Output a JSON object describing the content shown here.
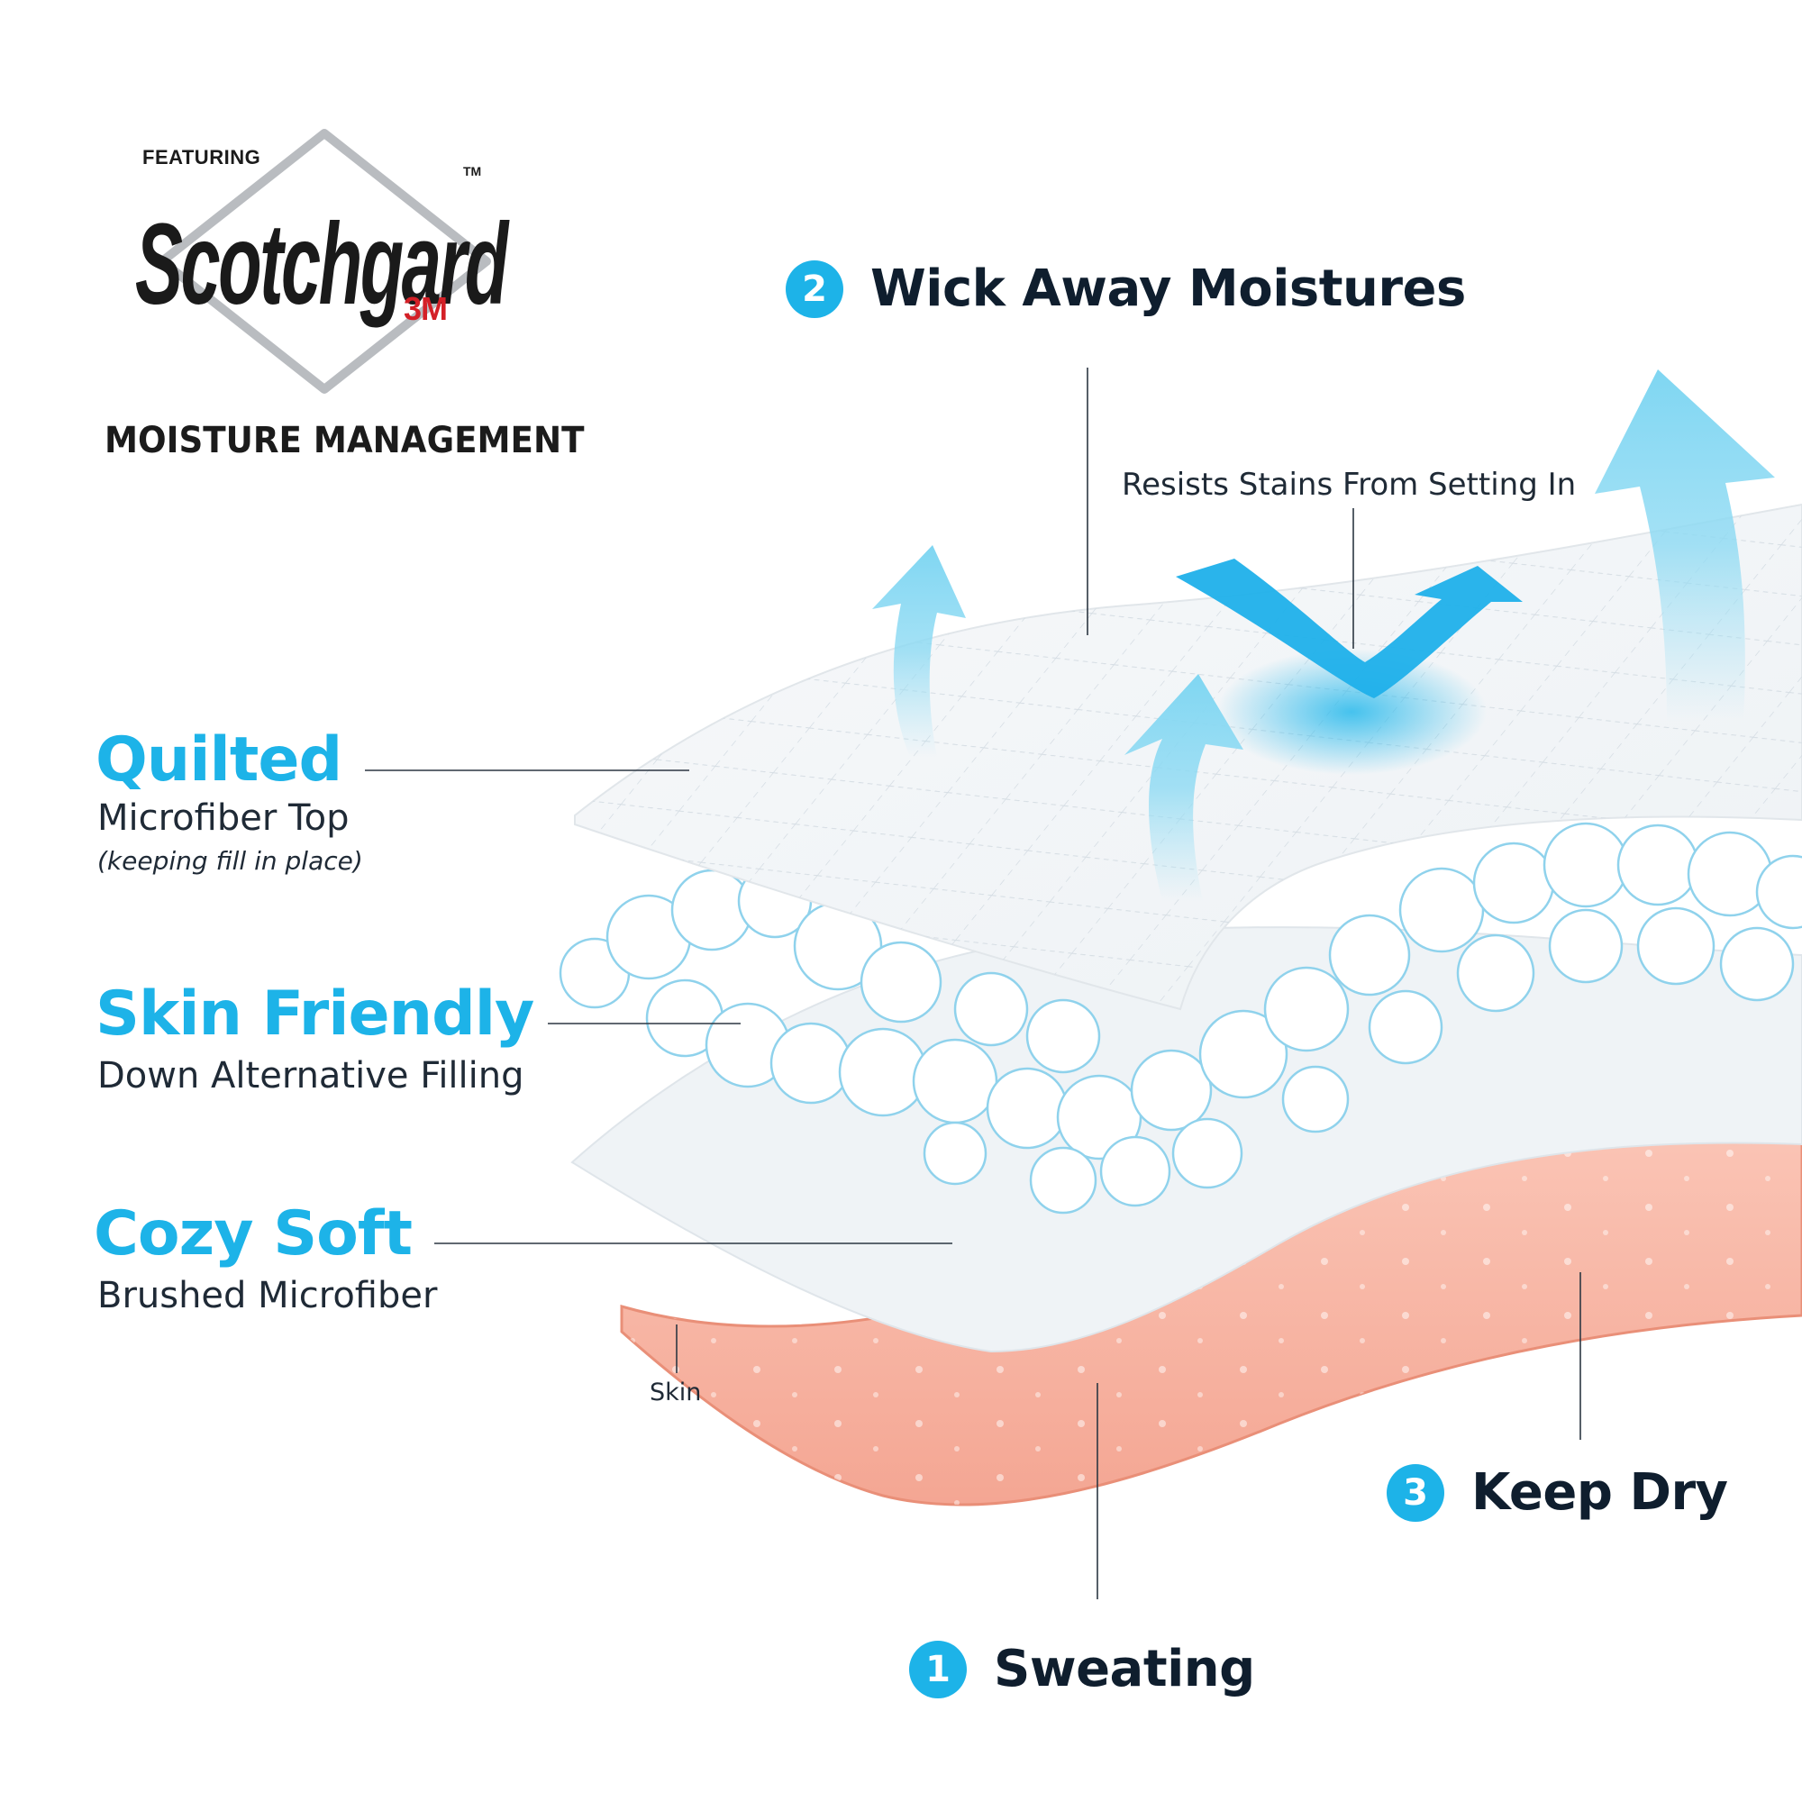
{
  "logo": {
    "featuring": "FEATURING",
    "brand": "Scotchgard",
    "tm": "TM",
    "maker": "3M",
    "tagline": "MOISTURE MANAGEMENT"
  },
  "layers": [
    {
      "title": "Quilted",
      "subtitle": "Microfiber Top",
      "note": "(keeping fill in place)"
    },
    {
      "title": "Skin Friendly",
      "subtitle": "Down Alternative Filling"
    },
    {
      "title": "Cozy Soft",
      "subtitle": "Brushed Microfiber"
    }
  ],
  "steps": [
    {
      "number": "1",
      "label": "Sweating"
    },
    {
      "number": "2",
      "label": "Wick Away Moistures"
    },
    {
      "number": "3",
      "label": "Keep Dry"
    }
  ],
  "callouts": {
    "stains": "Resists Stains From Setting In",
    "skin": "Skin"
  },
  "colors": {
    "accent": "#1db3e8",
    "heading": "#0f1e2e",
    "skin": "#f7b6a5",
    "arrow": "#7fd6f2",
    "brand_red": "#d42027"
  }
}
